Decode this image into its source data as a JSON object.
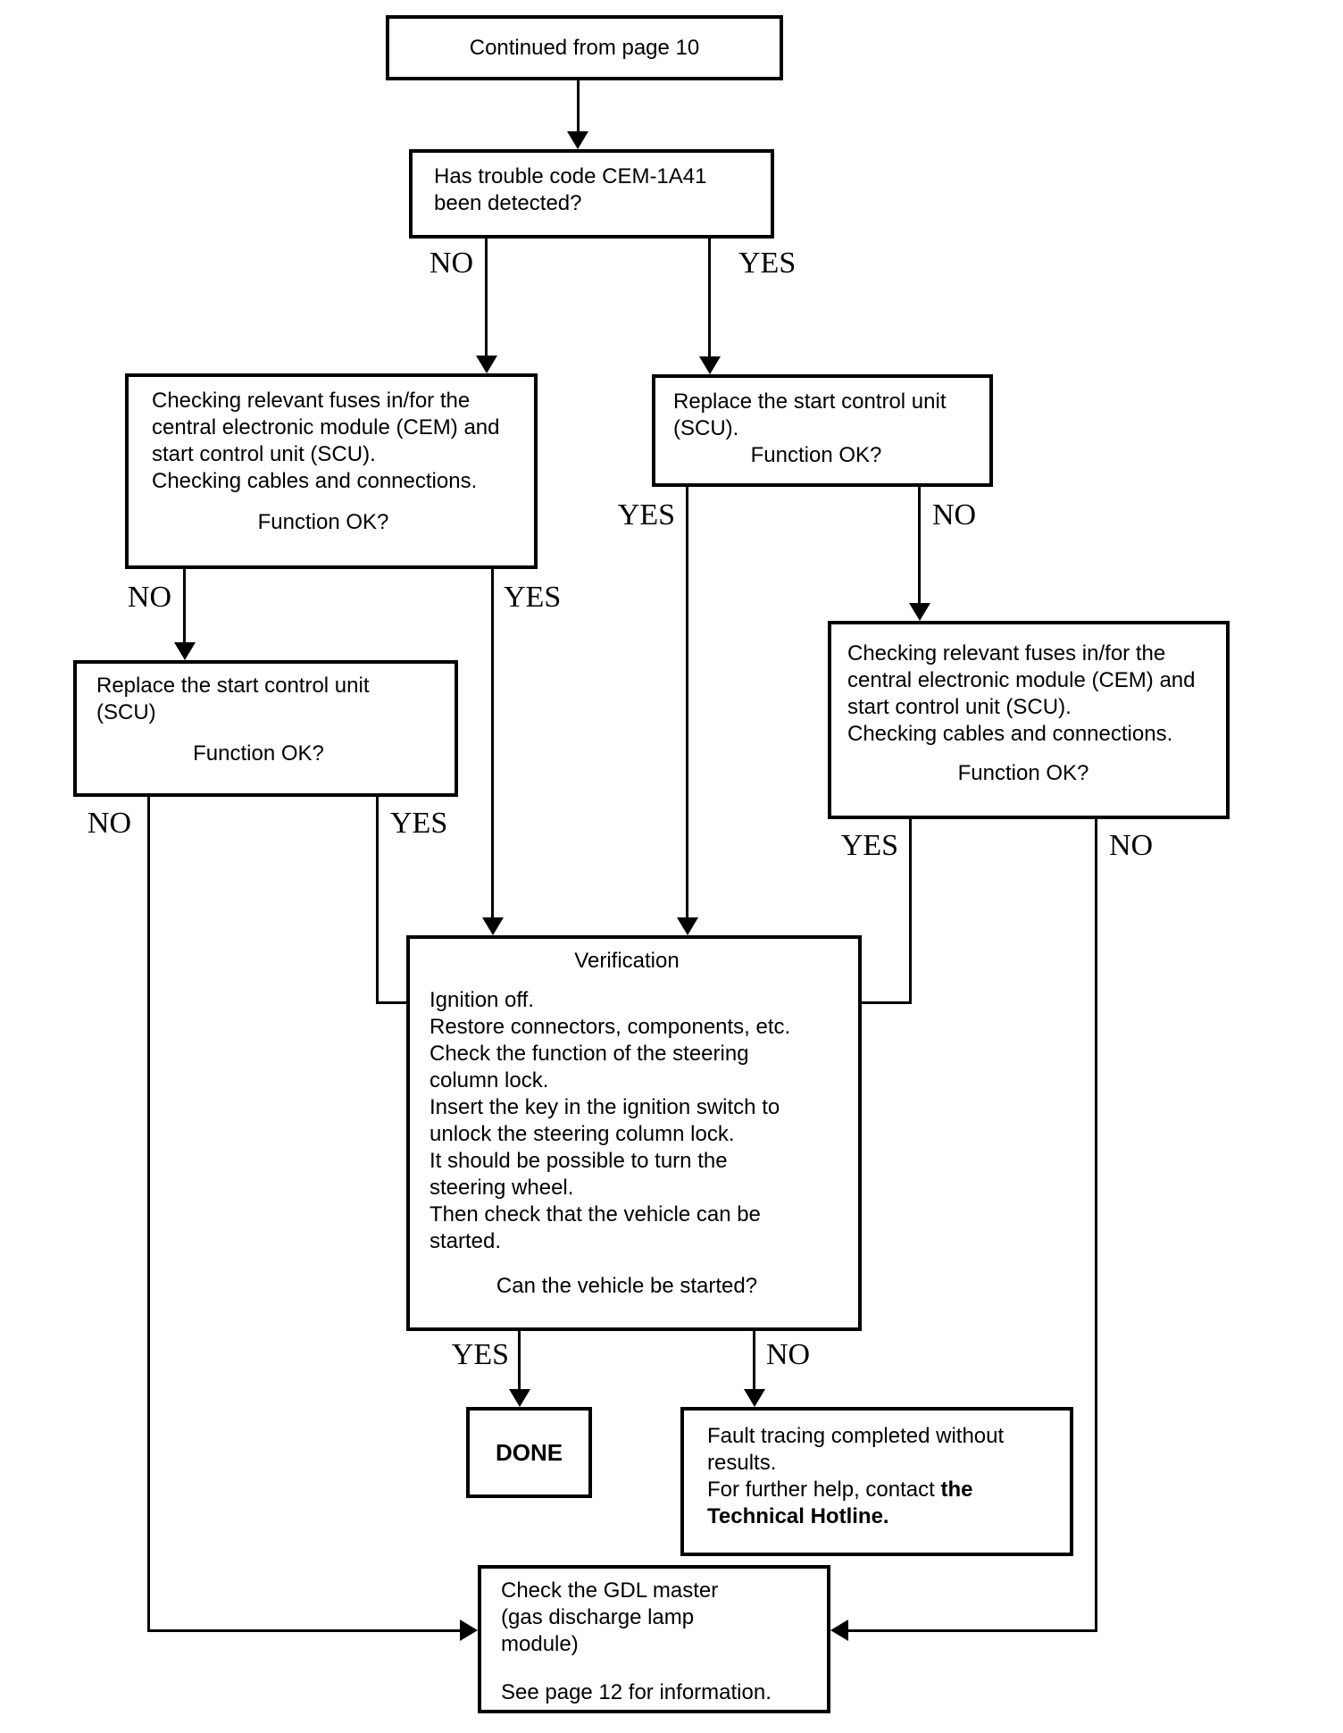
{
  "page": {
    "background_color": "#ffffff",
    "ink_color": "#000000"
  },
  "diagram": {
    "labels": {
      "yes": "YES",
      "no": "NO"
    },
    "nodes": {
      "continued": {
        "text": "Continued from page 10"
      },
      "trouble_code": {
        "lines": [
          "Has trouble code CEM-1A41",
          "been detected?"
        ]
      },
      "check_fuses_left": {
        "lines": [
          "Checking relevant fuses in/for the",
          "central electronic module (CEM) and",
          "start control unit (SCU).",
          "Checking cables and connections."
        ],
        "question": "Function OK?"
      },
      "replace_scu_left": {
        "lines": [
          "Replace the start control unit",
          "(SCU)"
        ],
        "question": "Function OK?"
      },
      "replace_scu_right": {
        "lines": [
          "Replace the start control unit",
          "(SCU)."
        ],
        "question": "Function OK?"
      },
      "check_fuses_right": {
        "lines": [
          "Checking relevant fuses in/for the",
          "central electronic module (CEM) and",
          "start control unit (SCU).",
          "Checking cables and connections."
        ],
        "question": "Function OK?"
      },
      "verification": {
        "title": "Verification",
        "lines": [
          "Ignition off.",
          "Restore connectors, components, etc.",
          "Check the function of the steering",
          "column lock.",
          "Insert the key in the ignition switch to",
          "unlock the steering column lock.",
          "It should be possible to turn the",
          "steering wheel.",
          "Then check that the vehicle can be",
          "started."
        ],
        "question": "Can the vehicle be started?"
      },
      "done": {
        "text": "DONE"
      },
      "fault_tracing": {
        "lines": [
          "Fault tracing completed without",
          "results.",
          {
            "rich": [
              {
                "t": "For further help, contact ",
                "b": false
              },
              {
                "t": "the",
                "b": true
              }
            ]
          },
          {
            "rich": [
              {
                "t": "Technical Hotline.",
                "b": true
              }
            ]
          }
        ]
      },
      "gdl_master": {
        "lines": [
          "Check the GDL master",
          "(gas discharge lamp",
          "module)"
        ],
        "footer": "See page 12 for information."
      }
    }
  }
}
